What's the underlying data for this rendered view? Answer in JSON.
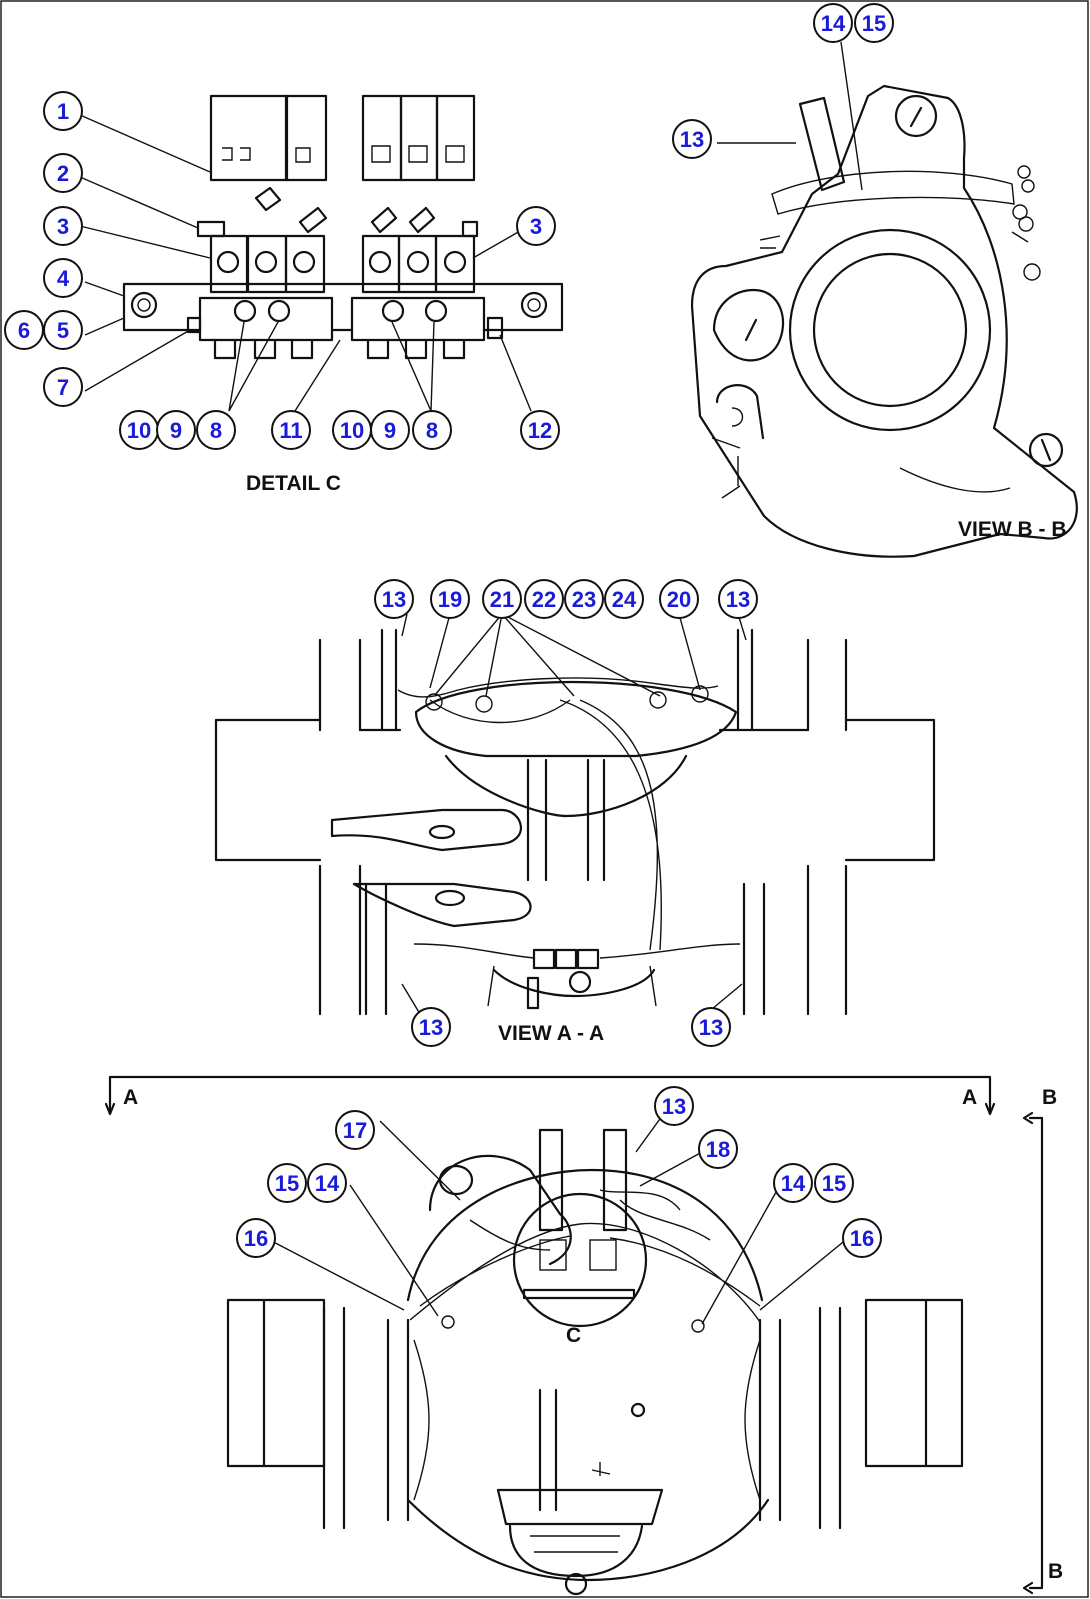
{
  "captions": {
    "detail_c": "DETAIL C",
    "view_bb": "VIEW B - B",
    "view_aa": "VIEW  A - A"
  },
  "section_marks": {
    "a_left": "A",
    "a_right": "A",
    "b_top": "B",
    "b_bottom": "B"
  },
  "detail_c_callouts": [
    "1",
    "2",
    "3",
    "3",
    "4",
    "6",
    "5",
    "7",
    "10",
    "9",
    "8",
    "11",
    "10",
    "9",
    "8",
    "12"
  ],
  "view_bb_callouts": [
    "14",
    "15",
    "13"
  ],
  "view_aa_callouts": [
    "13",
    "19",
    "21",
    "22",
    "23",
    "24",
    "20",
    "13",
    "13",
    "13"
  ],
  "main_view_callouts": [
    "13",
    "17",
    "18",
    "15",
    "14",
    "14",
    "15",
    "16",
    "16"
  ],
  "center_label": "C",
  "colors": {
    "callout_text": "#1a1adb",
    "line": "#111111",
    "background": "#ffffff"
  }
}
